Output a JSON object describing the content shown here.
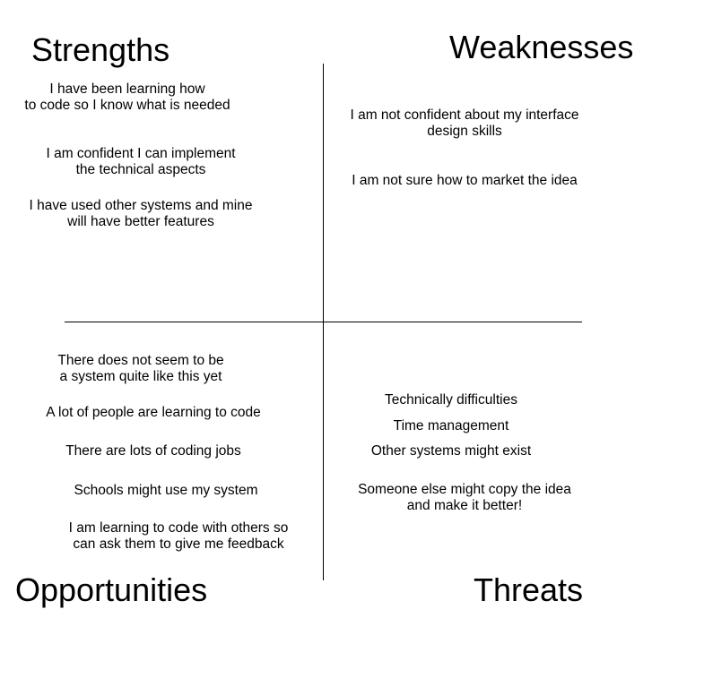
{
  "headings": {
    "strengths": "Strengths",
    "weaknesses": "Weaknesses",
    "opportunities": "Opportunities",
    "threats": "Threats"
  },
  "strengths": {
    "items": [
      "I have been learning how\nto code so I know what is needed",
      "I am confident I can implement\nthe technical aspects",
      "I have used other systems and mine\nwill have better features"
    ]
  },
  "weaknesses": {
    "items": [
      "I am not confident about my interface\ndesign skills",
      "I am not sure how to market the idea"
    ]
  },
  "opportunities": {
    "items": [
      "There does not seem to be\na system quite like this yet",
      "A  lot of people are learning to code",
      "There are lots of coding jobs",
      "Schools might use my system",
      "I am learning to code with others so\ncan ask them to give me feedback"
    ]
  },
  "threats": {
    "items": [
      "Technically difficulties",
      "Time management",
      "Other systems might exist",
      "Someone else might copy the idea\nand make it better!"
    ]
  }
}
